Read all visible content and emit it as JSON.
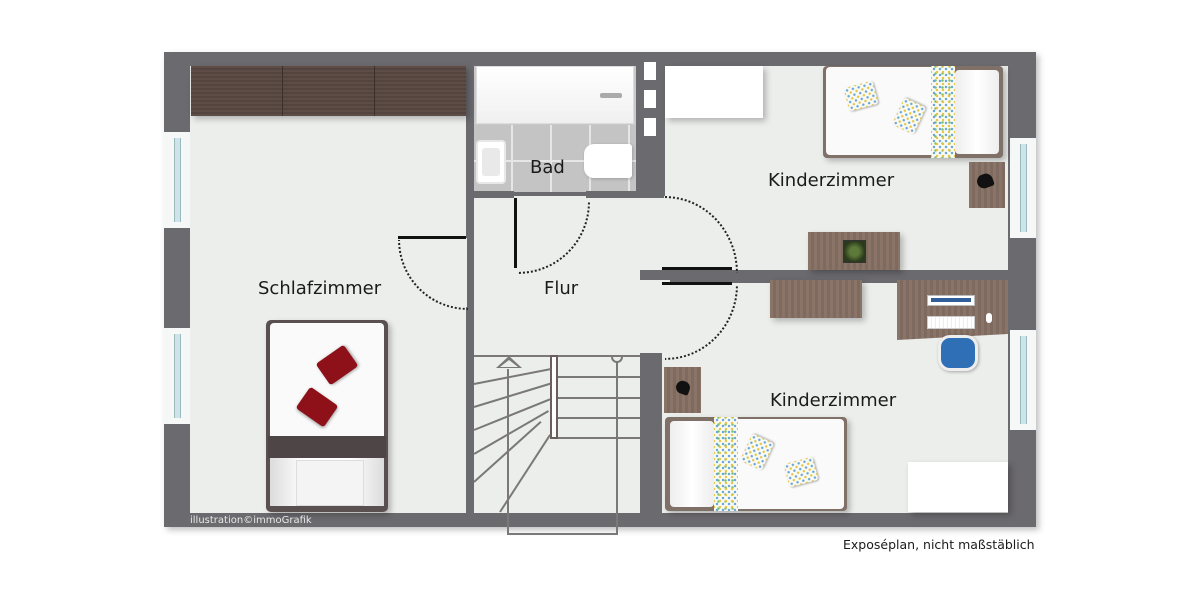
{
  "plan": {
    "rooms": [
      {
        "id": "schlafzimmer",
        "label": "Schlafzimmer"
      },
      {
        "id": "bad",
        "label": "Bad"
      },
      {
        "id": "flur",
        "label": "Flur"
      },
      {
        "id": "kinderzimmer_top",
        "label": "Kinderzimmer"
      },
      {
        "id": "kinderzimmer_bottom",
        "label": "Kinderzimmer"
      }
    ],
    "credit": "illustration©immoGrafik",
    "caption": "Exposéplan, nicht maßstäblich"
  },
  "colors": {
    "wall": "#6b6a6e",
    "floor": "#eceeec",
    "wood": "#8a7468",
    "pillow_red": "#8e1018",
    "chair_blue": "#2f6fb5"
  }
}
